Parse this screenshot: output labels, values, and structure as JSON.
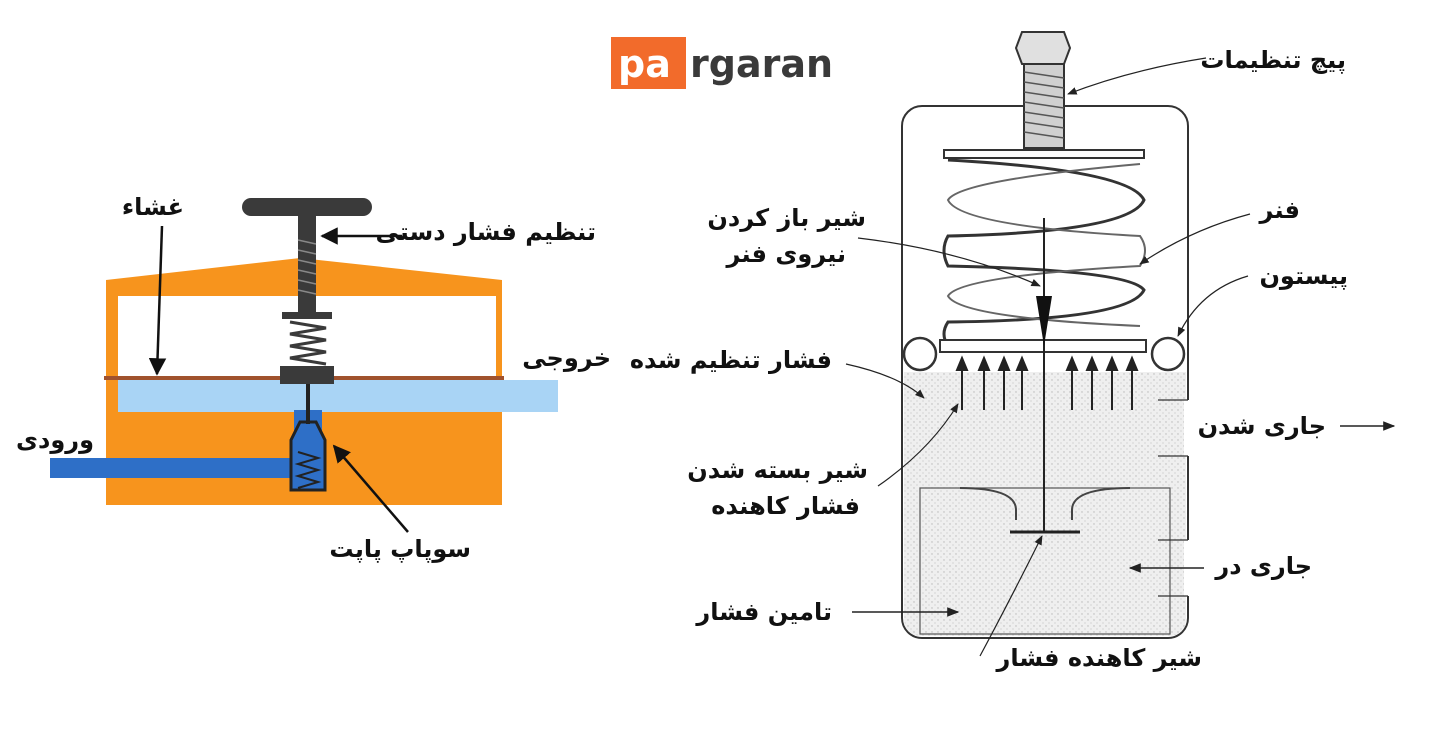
{
  "logo": {
    "part1": "pa",
    "part2": "rgaran",
    "accent": "#f26b2b"
  },
  "left_diagram": {
    "labels": {
      "membrane": "غشاء",
      "manual_adjust": "تنظیم فشار دستی",
      "outlet": "خروجی",
      "inlet": "ورودی",
      "poppet_valve": "سوپاپ پاپت"
    },
    "colors": {
      "body": "#f7941d",
      "outlet_flow": "#a9d4f5",
      "inlet_flow": "#2e6fc7",
      "membrane": "#a0522d",
      "knob": "#3a3a3a"
    }
  },
  "right_diagram": {
    "labels": {
      "adjust_screw": "پیچ تنظیمات",
      "spring": "فنر",
      "valve_open_line1": "شیر باز کردن",
      "valve_open_line2": "نیروی فنر",
      "piston": "پیستون",
      "regulated_pressure": "فشار تنظیم شده",
      "current_flow": "جاری شدن",
      "valve_close_line1": "شیر بسته شدن",
      "valve_close_line2": "فشار کاهنده",
      "flow_in": "جاری در",
      "pressure_supply": "تامین فشار",
      "reducing_valve": "شیر کاهنده فشار"
    },
    "colors": {
      "line": "#222222",
      "fill": "#e8e8e8"
    }
  }
}
